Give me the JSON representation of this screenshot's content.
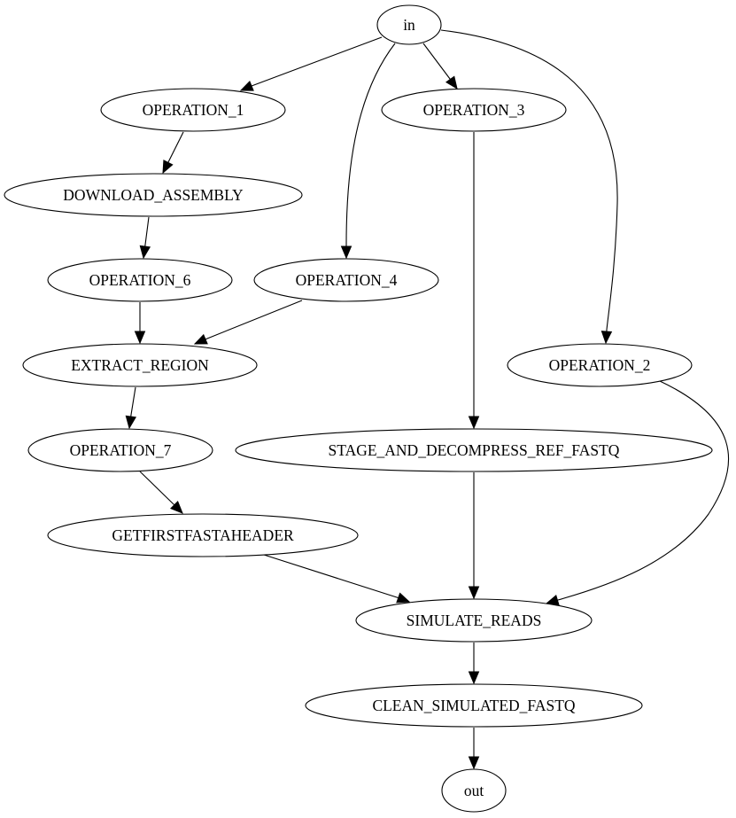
{
  "graph": {
    "nodes": [
      {
        "id": "in",
        "label": "in"
      },
      {
        "id": "op1",
        "label": "OPERATION_1"
      },
      {
        "id": "op3",
        "label": "OPERATION_3"
      },
      {
        "id": "download",
        "label": "DOWNLOAD_ASSEMBLY"
      },
      {
        "id": "op6",
        "label": "OPERATION_6"
      },
      {
        "id": "op4",
        "label": "OPERATION_4"
      },
      {
        "id": "extract",
        "label": "EXTRACT_REGION"
      },
      {
        "id": "op2",
        "label": "OPERATION_2"
      },
      {
        "id": "op7",
        "label": "OPERATION_7"
      },
      {
        "id": "stage",
        "label": "STAGE_AND_DECOMPRESS_REF_FASTQ"
      },
      {
        "id": "getfirst",
        "label": "GETFIRSTFASTAHEADER"
      },
      {
        "id": "simulate",
        "label": "SIMULATE_READS"
      },
      {
        "id": "clean",
        "label": "CLEAN_SIMULATED_FASTQ"
      },
      {
        "id": "out",
        "label": "out"
      }
    ],
    "edges": [
      {
        "from": "in",
        "to": "op1"
      },
      {
        "from": "in",
        "to": "op3"
      },
      {
        "from": "in",
        "to": "op4"
      },
      {
        "from": "in",
        "to": "op2"
      },
      {
        "from": "op1",
        "to": "download"
      },
      {
        "from": "download",
        "to": "op6"
      },
      {
        "from": "op6",
        "to": "extract"
      },
      {
        "from": "op4",
        "to": "extract"
      },
      {
        "from": "extract",
        "to": "op7"
      },
      {
        "from": "op7",
        "to": "getfirst"
      },
      {
        "from": "op3",
        "to": "stage"
      },
      {
        "from": "getfirst",
        "to": "simulate"
      },
      {
        "from": "stage",
        "to": "simulate"
      },
      {
        "from": "op2",
        "to": "simulate"
      },
      {
        "from": "simulate",
        "to": "clean"
      },
      {
        "from": "clean",
        "to": "out"
      }
    ]
  }
}
